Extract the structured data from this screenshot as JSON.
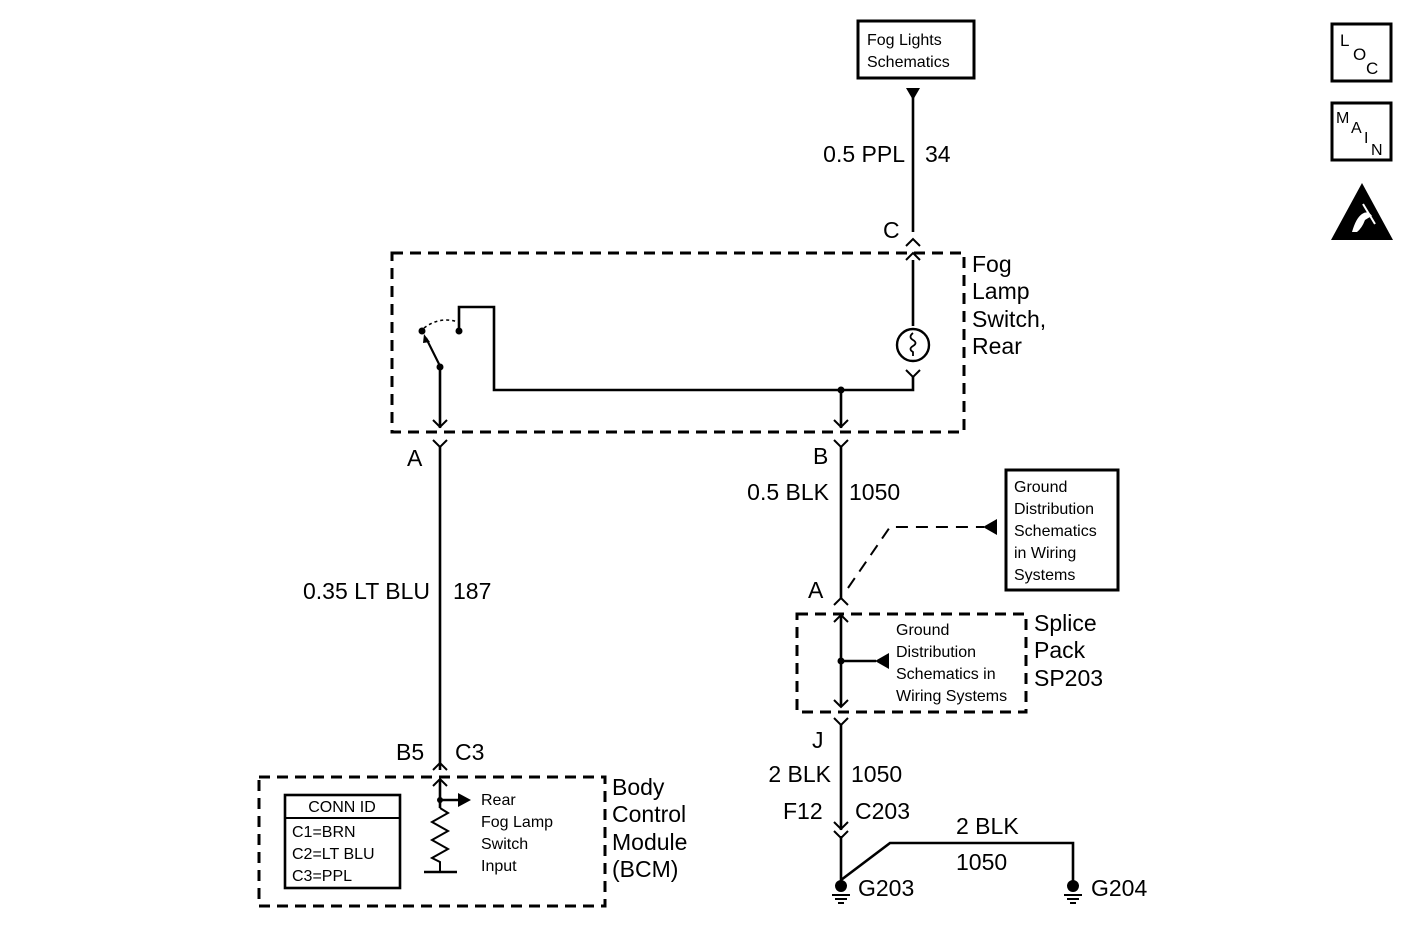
{
  "references": {
    "fog_lights": [
      "Fog Lights",
      "Schematics"
    ],
    "ground_dist_top": [
      "Ground",
      "Distribution",
      "Schematics",
      "in Wiring",
      "Systems"
    ],
    "ground_dist_splice": [
      "Ground",
      "Distribution",
      "Schematics in",
      "Wiring Systems"
    ]
  },
  "nav": {
    "loc": [
      "L",
      "O",
      "C"
    ],
    "main": [
      "M",
      "A",
      "I",
      "N"
    ],
    "esd": "esd-warning-icon"
  },
  "components": {
    "fog_lamp_switch": [
      "Fog",
      "Lamp",
      "Switch,",
      "Rear"
    ],
    "splice_pack": [
      "Splice",
      "Pack",
      "SP203"
    ],
    "bcm": [
      "Body",
      "Control",
      "Module",
      "(BCM)"
    ]
  },
  "bcm_input": [
    "Rear",
    "Fog Lamp",
    "Switch",
    "Input"
  ],
  "conn_id": {
    "title": "CONN ID",
    "rows": [
      "C1=BRN",
      "C2=LT BLU",
      "C3=PPL"
    ]
  },
  "wires": {
    "w34": {
      "gauge": "0.5 PPL",
      "circuit": "34"
    },
    "w1050_top": {
      "gauge": "0.5 BLK",
      "circuit": "1050"
    },
    "w187": {
      "gauge": "0.35 LT BLU",
      "circuit": "187"
    },
    "w1050_mid": {
      "gauge": "2 BLK",
      "circuit": "1050"
    },
    "w1050_gnd": {
      "gauge": "2 BLK",
      "circuit": "1050"
    }
  },
  "pins": {
    "switch_c": "C",
    "switch_a": "A",
    "switch_b": "B",
    "splice_a": "A",
    "splice_j": "J",
    "bcm_b5": "B5",
    "bcm_c3": "C3",
    "conn_f12": "F12",
    "conn_c203": "C203"
  },
  "grounds": {
    "g203": "G203",
    "g204": "G204"
  }
}
